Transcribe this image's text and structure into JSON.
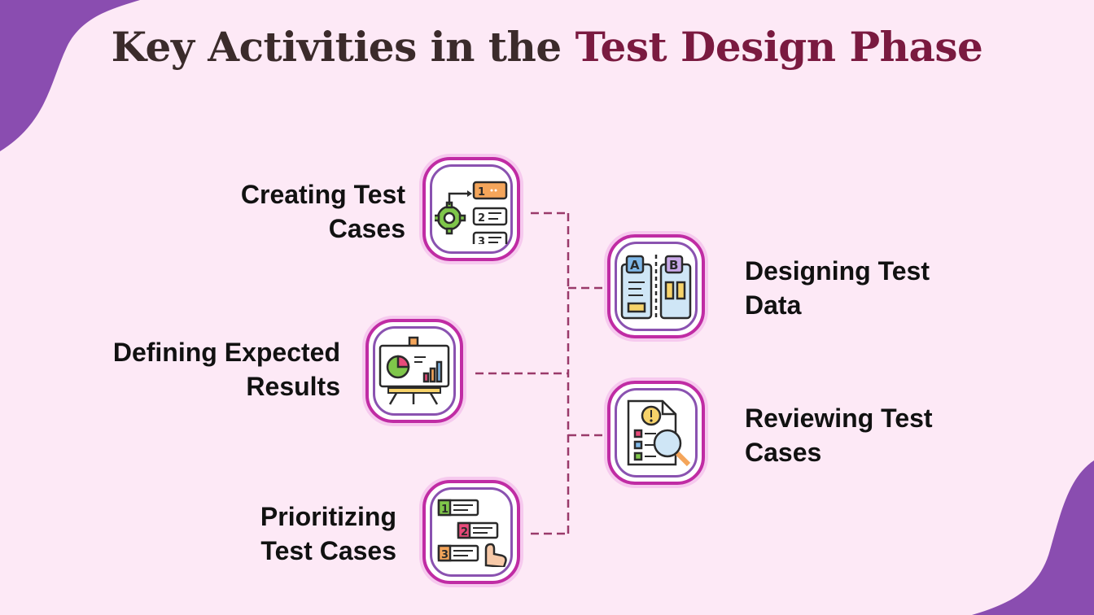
{
  "title": {
    "part1": "Key Activities in the",
    "part2": "Test Design Phase"
  },
  "activities": [
    {
      "line1": "Creating Test",
      "line2": "Cases",
      "icon": "gear-workflow-icon"
    },
    {
      "line1": "Designing Test",
      "line2": "Data",
      "icon": "ab-comparison-icon"
    },
    {
      "line1": "Defining Expected",
      "line2": "Results",
      "icon": "presentation-chart-icon"
    },
    {
      "line1": "Reviewing Test",
      "line2": "Cases",
      "icon": "document-magnifier-icon"
    },
    {
      "line1": "Prioritizing",
      "line2": "Test Cases",
      "icon": "priority-list-icon"
    }
  ],
  "colors": {
    "background": "#fde9f6",
    "blob": "#8a4db0",
    "title_dark": "#3b2b2b",
    "title_accent": "#7a1a40",
    "tile_border": "#c02ca4",
    "connector": "#9a3a6a"
  }
}
